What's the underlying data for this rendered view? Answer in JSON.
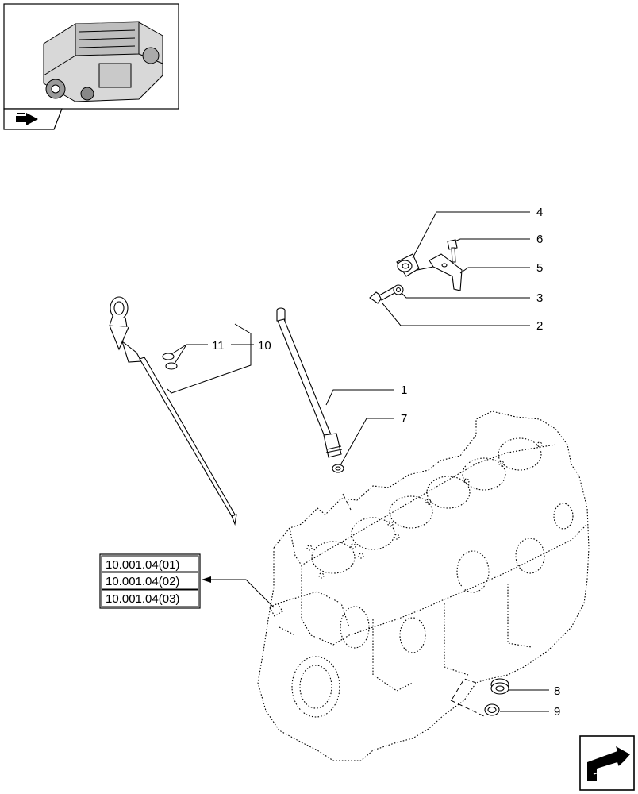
{
  "thumbnail": {
    "image": "engine-overview-thumbnail",
    "nav_icon": "navigate-icon"
  },
  "callouts": {
    "c1": "1",
    "c2": "2",
    "c3": "3",
    "c4": "4",
    "c5": "5",
    "c6": "6",
    "c7": "7",
    "c8": "8",
    "c9": "9",
    "c10": "10",
    "c11": "11"
  },
  "references": [
    "10.001.04(01)",
    "10.001.04(02)",
    "10.001.04(03)"
  ],
  "corner_nav_icon": "next-page-arrow-icon"
}
